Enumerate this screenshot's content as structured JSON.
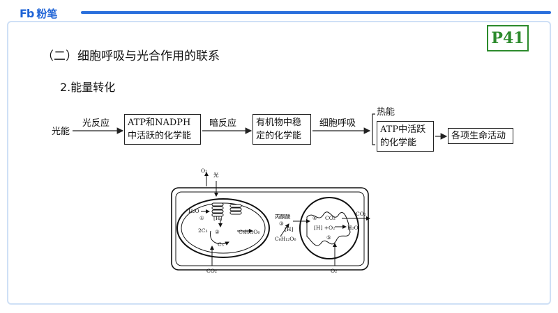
{
  "header": {
    "logo_mark": "Fb",
    "logo_text": "粉笔",
    "page_badge": "P41"
  },
  "section_title": "（二）细胞呼吸与光合作用的联系",
  "subsection_title": "2.能量转化",
  "flow": {
    "start": "光能",
    "step1_label": "光反应",
    "box1_line1": "ATP和NADPH",
    "box1_line2": "中活跃的化学能",
    "step2_label": "暗反应",
    "box2_line1": "有机物中稳",
    "box2_line2": "定的化学能",
    "step3_label": "细胞呼吸",
    "heat_label": "热能",
    "box3_line1": "ATP中活跃",
    "box3_line2": "的化学能",
    "end_box": "各项生命活动"
  },
  "diagram": {
    "o2_top": "O₂",
    "light": "光",
    "h2o_left": "H₂O",
    "num1": "①",
    "h_left": "[H]",
    "c5": "2C₃",
    "num2": "②",
    "c3": "C₅",
    "glucose_mid": "C₆H₁₂O₆",
    "co2_bottom_left": "CO₂",
    "pyruvate": "丙酮酸",
    "glucose_right": "C₆H₁₂O₆",
    "num3": "③",
    "h_mid": "[H]",
    "num4": "④",
    "co2_mito": "CO₂",
    "h_o2": "[H] +O₂",
    "h2o_right": "H₂O",
    "num5": "⑤",
    "co2_right": "CO₂",
    "o2_bottom": "O₂"
  }
}
